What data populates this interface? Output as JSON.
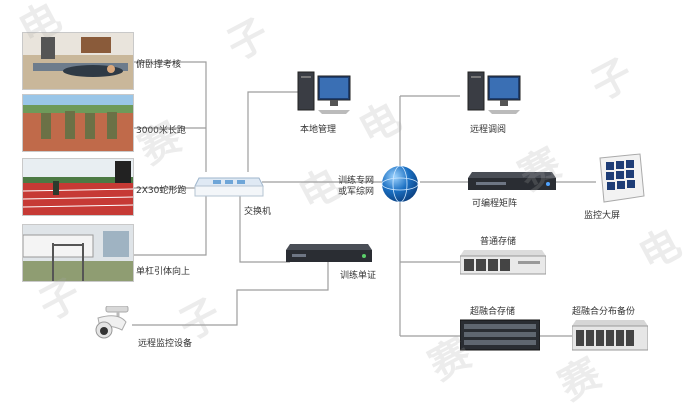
{
  "left_photos": [
    {
      "label": "俯卧撑考核"
    },
    {
      "label": "3000米长跑"
    },
    {
      "label": "2X30蛇形跑"
    },
    {
      "label": "单杠引体向上"
    }
  ],
  "camera": {
    "label": "远程监控设备"
  },
  "switch": {
    "label": "交换机"
  },
  "local_mgmt": {
    "label": "本地管理"
  },
  "training_cert": {
    "label": "训练单证"
  },
  "network": {
    "label_line1": "训练专网",
    "label_line2": "或军综网"
  },
  "remote_review": {
    "label": "远程调阅"
  },
  "matrix": {
    "label": "可编程矩阵"
  },
  "monitor_wall": {
    "label": "监控大屏"
  },
  "storage": {
    "label": "普通存储"
  },
  "hyper_storage": {
    "label": "超融合存储"
  },
  "hyper_backup": {
    "label": "超融合分布备份"
  },
  "watermark": {
    "chars": [
      "电",
      "子",
      "赛",
      "电",
      "子",
      "赛"
    ]
  },
  "colors": {
    "line": "#9e9e9e",
    "globe": "#1a6fc2",
    "device_dark": "#2a2d33",
    "switch_blue": "#6fa6d8"
  }
}
